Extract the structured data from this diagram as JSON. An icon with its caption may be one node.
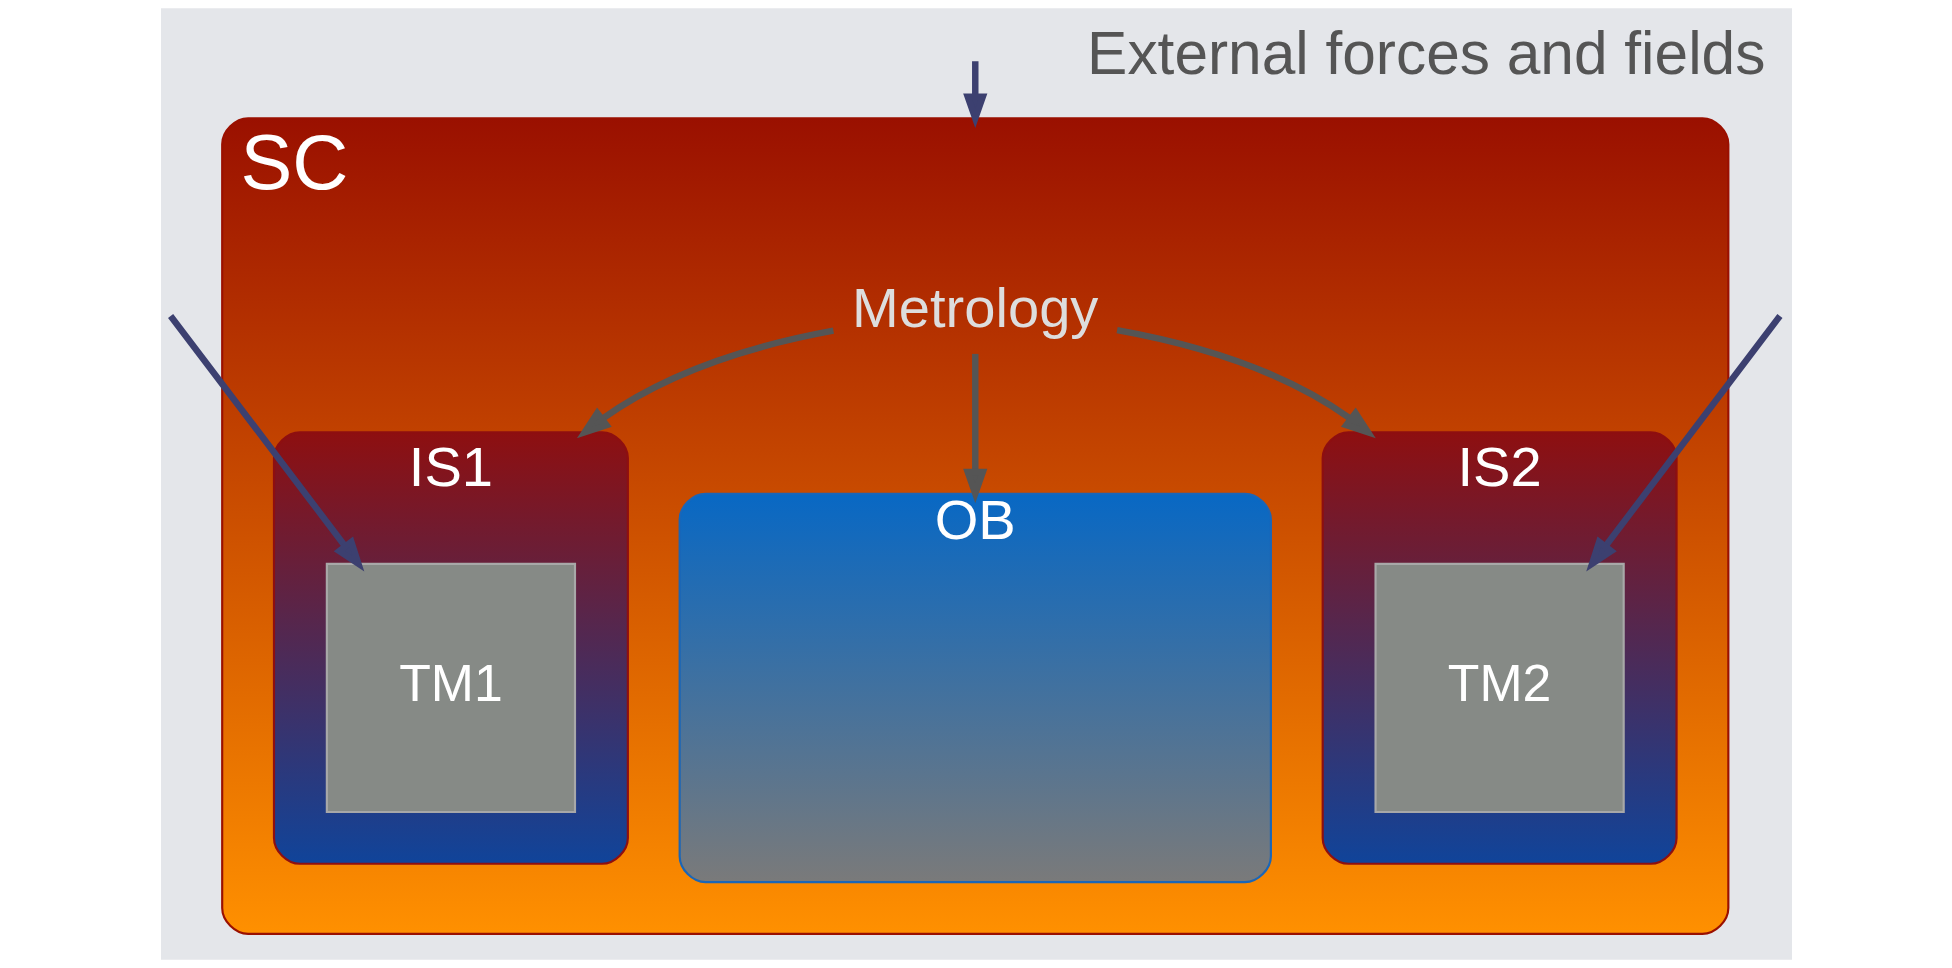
{
  "diagram": {
    "nodes": [
      {
        "text": [
          "SC"
        ]
      },
      {
        "text": [
          "Metrology"
        ],
        "in": 0
      },
      {
        "text": [
          "IS1"
        ],
        "in": 0
      },
      {
        "text": [
          "TM1"
        ],
        "in": 2
      },
      {
        "text": [
          "OB"
        ],
        "in": 0
      },
      {
        "text": [
          "IS2"
        ],
        "in": 0
      },
      {
        "text": [
          "TM2"
        ],
        "in": 5
      }
    ],
    "edges": [
      {
        "from": null,
        "to": 0,
        "arrow": "to",
        "color": "#3c4070"
      },
      {
        "from": 1,
        "to": 2,
        "arrow": "to",
        "color": "#555555"
      },
      {
        "from": 1,
        "to": 4,
        "arrow": "to",
        "color": "#555555"
      },
      {
        "from": 1,
        "to": 5,
        "arrow": "to",
        "color": "#555555"
      },
      {
        "from": null,
        "to": 3,
        "arrow": "to",
        "color": "#3c4070"
      },
      {
        "from": null,
        "to": 6,
        "arrow": "to",
        "color": "#3c4070"
      }
    ],
    "labels": [
      "External forces and fields"
    ]
  }
}
